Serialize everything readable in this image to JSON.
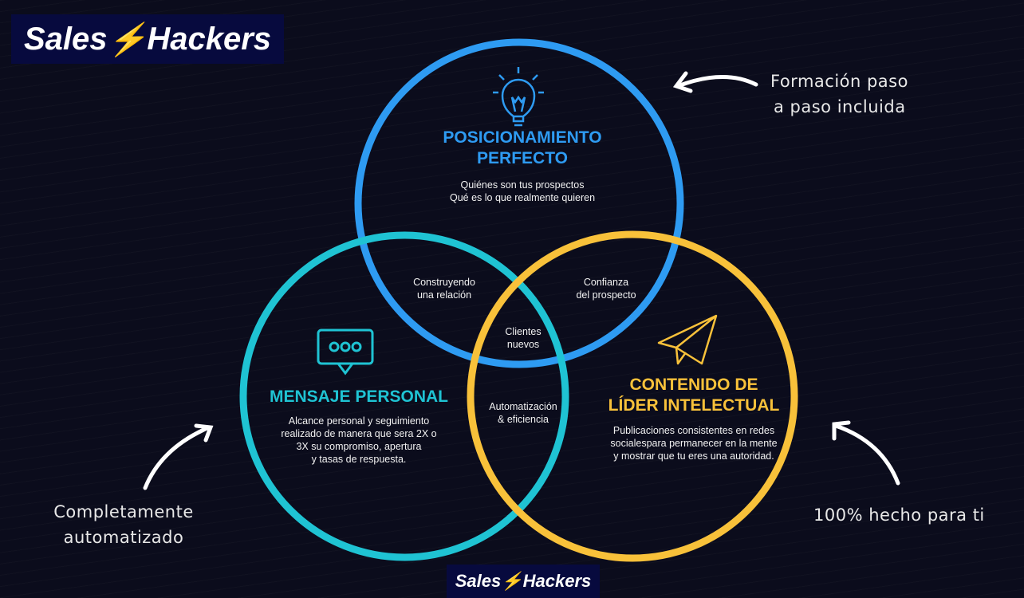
{
  "logo": {
    "text_a": "Sales",
    "text_b": "Hackers"
  },
  "bottom_logo": {
    "text_a": "Sales",
    "text_b": "Hackers"
  },
  "colors": {
    "blue": "#2e9bf2",
    "teal": "#1fc3d3",
    "yellow": "#f8c13a",
    "background": "#0b0c1c"
  },
  "circles": {
    "top": {
      "title1": "POSICIONAMIENTO",
      "title2": "PERFECTO",
      "line1": "Quiénes son tus prospectos",
      "line2": "Qué es lo que realmente quieren",
      "icon": "lightbulb-icon"
    },
    "left": {
      "title": "MENSAJE PERSONAL",
      "line1": "Alcance personal y seguimiento",
      "line2": "realizado de manera que sera 2X o",
      "line3": "3X su compromiso, apertura",
      "line4": "y tasas de respuesta.",
      "icon": "chat-bubble-icon"
    },
    "right": {
      "title1": "CONTENIDO DE",
      "title2": "LÍDER INTELECTUAL",
      "line1": "Publicaciones consistentes en redes",
      "line2": "socialespara permanecer en la mente",
      "line3": "y mostrar que tu eres una autoridad.",
      "icon": "paper-plane-icon"
    }
  },
  "overlaps": {
    "top_left": {
      "line1": "Construyendo",
      "line2": "una relación"
    },
    "top_right": {
      "line1": "Confianza",
      "line2": "del prospecto"
    },
    "center": {
      "line1": "Clientes",
      "line2": "nuevos"
    },
    "left_right": {
      "line1": "Automatización",
      "line2": "& eficiencia"
    }
  },
  "annotations": {
    "top_right": {
      "line1": "Formación paso",
      "line2": "a paso incluida"
    },
    "bottom_left": {
      "line1": "Completamente",
      "line2": "automatizado"
    },
    "bottom_right": {
      "line1": "100% hecho para ti"
    }
  }
}
